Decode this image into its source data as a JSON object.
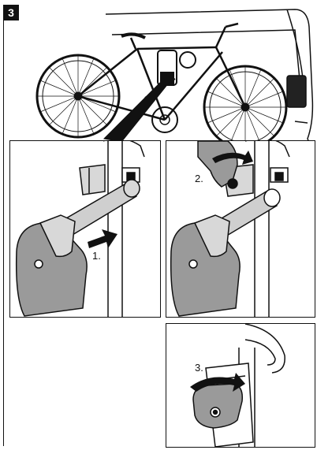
{
  "figure": {
    "step_number": "3",
    "steps": {
      "one": "1.",
      "two": "2.",
      "three": "3."
    }
  },
  "icons": [
    "bicycle-icon",
    "car-rear-icon",
    "hand-icon",
    "clamp-icon",
    "arrow-icon"
  ],
  "colors": {
    "ink": "#111111",
    "hand_gray": "#9a9a9a",
    "light_gray": "#d8d8d8",
    "tube_gray": "#cfcfcf"
  }
}
